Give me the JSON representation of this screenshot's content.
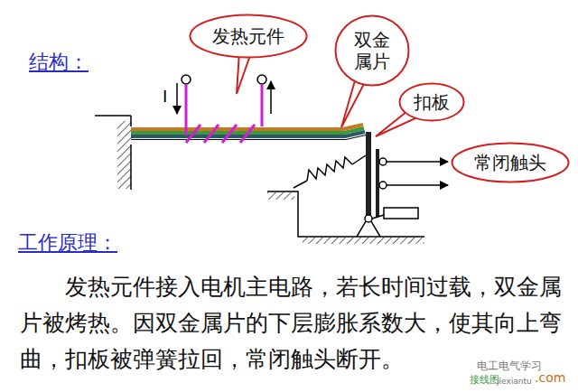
{
  "diagram": {
    "nodes": [
      {
        "text": [
          "发热元件"
        ]
      },
      {
        "text": [
          "双金 属片"
        ]
      },
      {
        "text": [
          "扣板"
        ]
      },
      {
        "text": [
          "常闭触头"
        ]
      }
    ],
    "labels": [
      "结构：",
      "I",
      "工作原理：",
      "发热元件接入电机主电路，若长时间过载，双金属片被烤热。因双金属片的下层膨胀系数大，使其向上弯曲，扣板被弹簧拉回，常闭触头断开。",
      "电工电气学习",
      "接线图",
      "jiexiantu",
      ".com"
    ]
  }
}
